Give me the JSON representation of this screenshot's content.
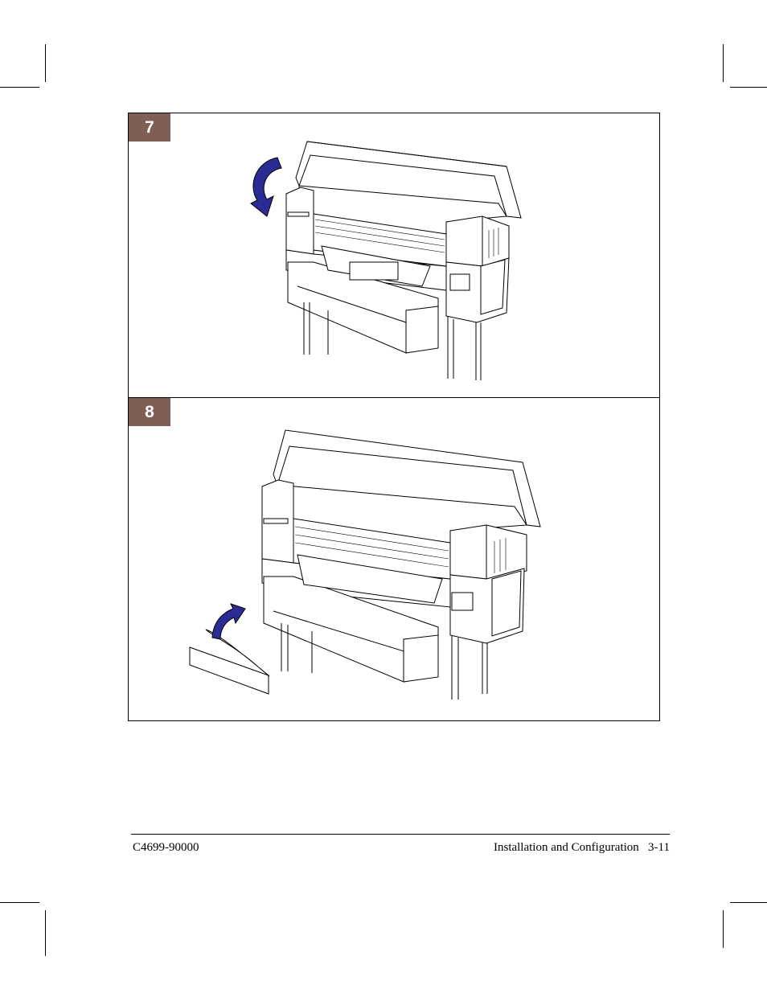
{
  "steps": [
    {
      "number": "7"
    },
    {
      "number": "8"
    }
  ],
  "footer": {
    "doc_number": "C4699-90000",
    "section_title": "Installation and Configuration",
    "page_number": "3-11"
  },
  "colors": {
    "step_badge": "#7d5f55",
    "arrow": "#2b2b95"
  }
}
